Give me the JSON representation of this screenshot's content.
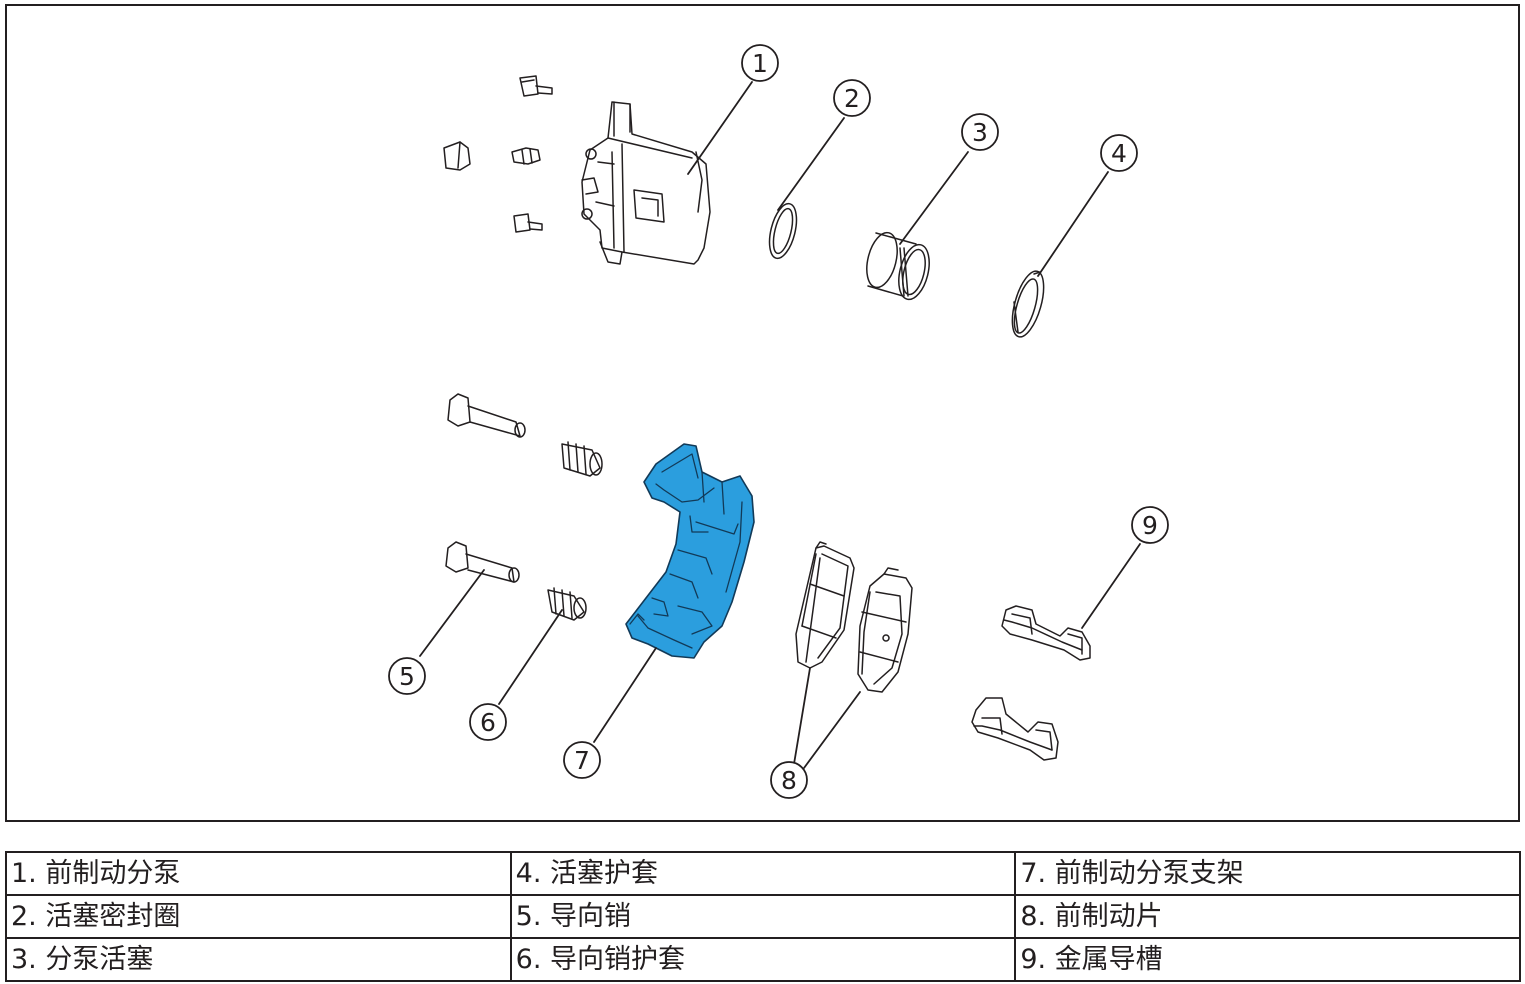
{
  "colors": {
    "line": "#231f20",
    "highlight": "#2b9ede",
    "highlight_edge": "#123a58"
  },
  "callouts": [
    "1",
    "2",
    "3",
    "4",
    "5",
    "6",
    "7",
    "8",
    "9"
  ],
  "legend": [
    [
      "1. 前制动分泵",
      "4. 活塞护套",
      "7. 前制动分泵支架"
    ],
    [
      "2. 活塞密封圈",
      "5. 导向销",
      "8. 前制动片"
    ],
    [
      "3. 分泵活塞",
      "6. 导向销护套",
      "9. 金属导槽"
    ]
  ]
}
